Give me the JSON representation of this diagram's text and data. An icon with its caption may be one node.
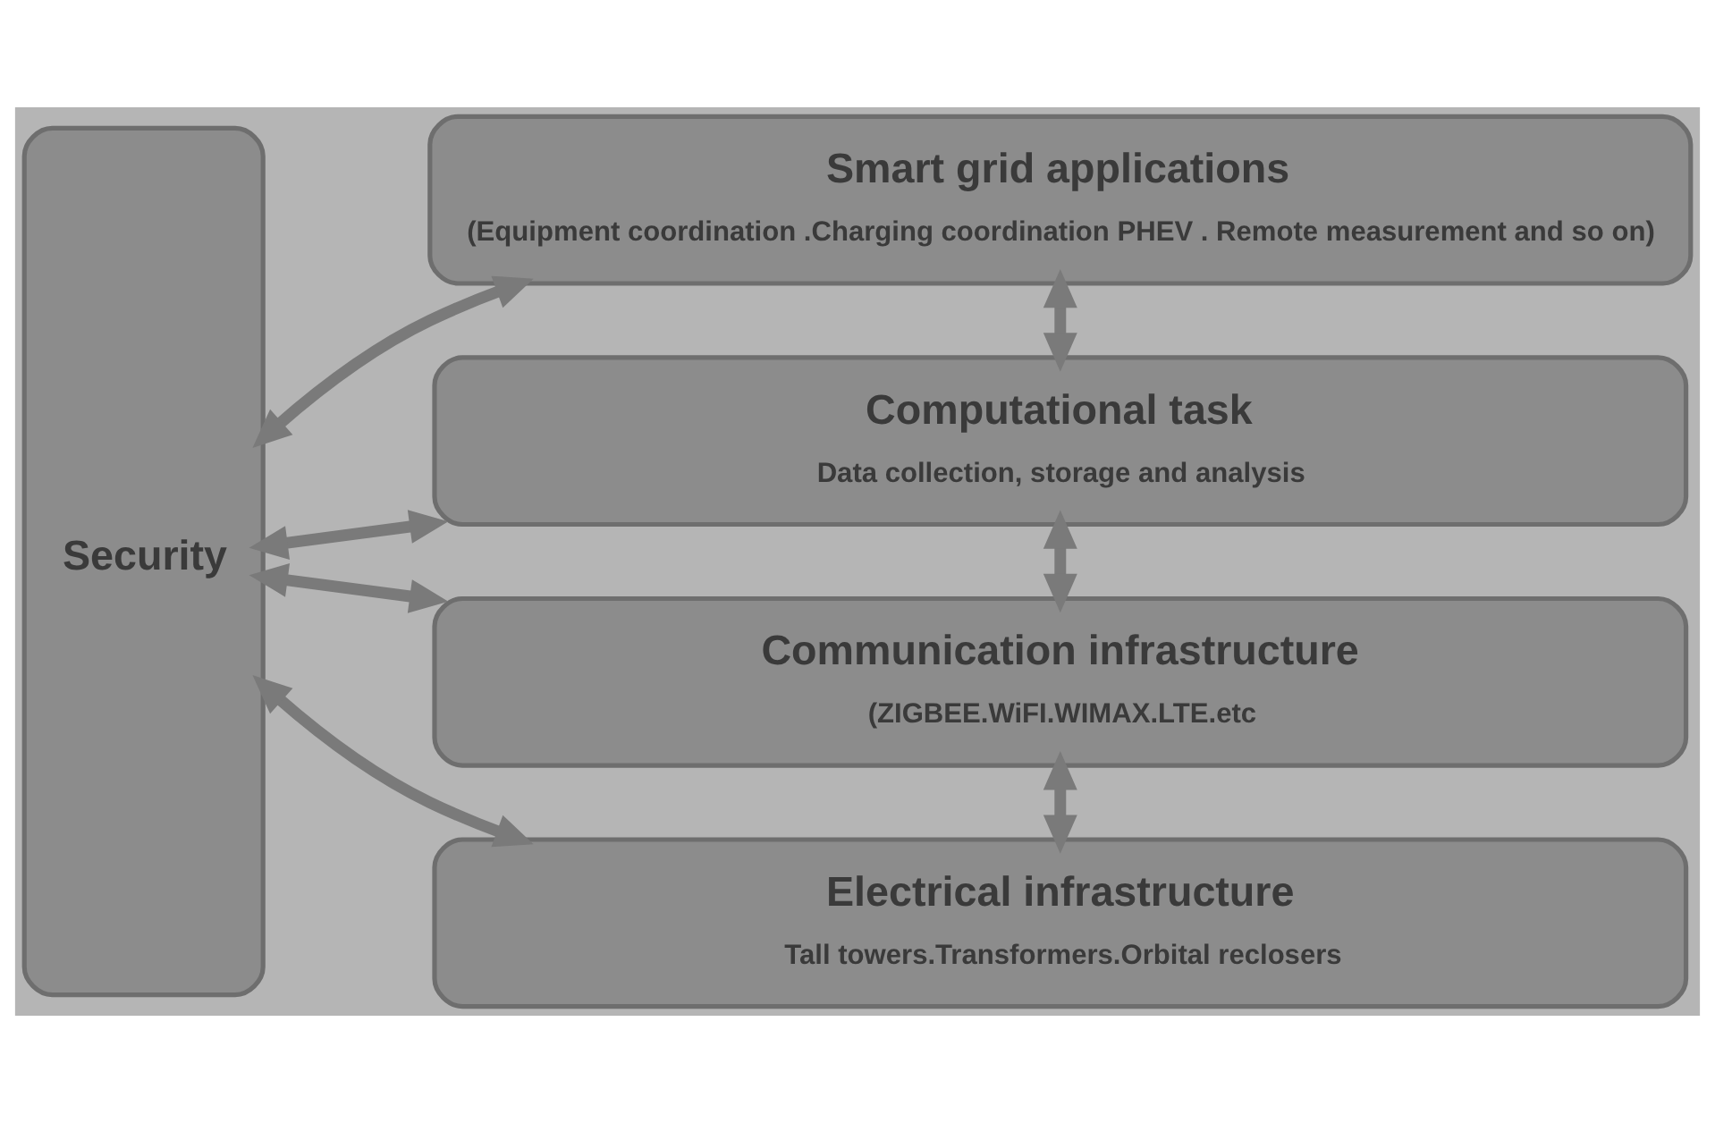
{
  "diagram": {
    "nodes": [
      {
        "text": [
          "Security"
        ]
      },
      {
        "text": [
          "Smart grid applications",
          "(Equipment coordination .Charging coordination PHEV . Remote measurement and so on)"
        ]
      },
      {
        "text": [
          "Computational task",
          "Data collection, storage and analysis"
        ]
      },
      {
        "text": [
          "Communication infrastructure",
          "(ZIGBEE.WiFI.WIMAX.LTE.etc"
        ]
      },
      {
        "text": [
          "Electrical infrastructure",
          "Tall towers.Transformers.Orbital reclosers"
        ]
      }
    ],
    "edges": [
      {
        "from": 0,
        "to": 1,
        "arrow": "both"
      },
      {
        "from": 0,
        "to": 2,
        "arrow": "both"
      },
      {
        "from": 0,
        "to": 3,
        "arrow": "both"
      },
      {
        "from": 0,
        "to": 4,
        "arrow": "both"
      },
      {
        "from": 1,
        "to": 2,
        "arrow": "both"
      },
      {
        "from": 2,
        "to": 3,
        "arrow": "both"
      },
      {
        "from": 3,
        "to": 4,
        "arrow": "both"
      }
    ]
  }
}
